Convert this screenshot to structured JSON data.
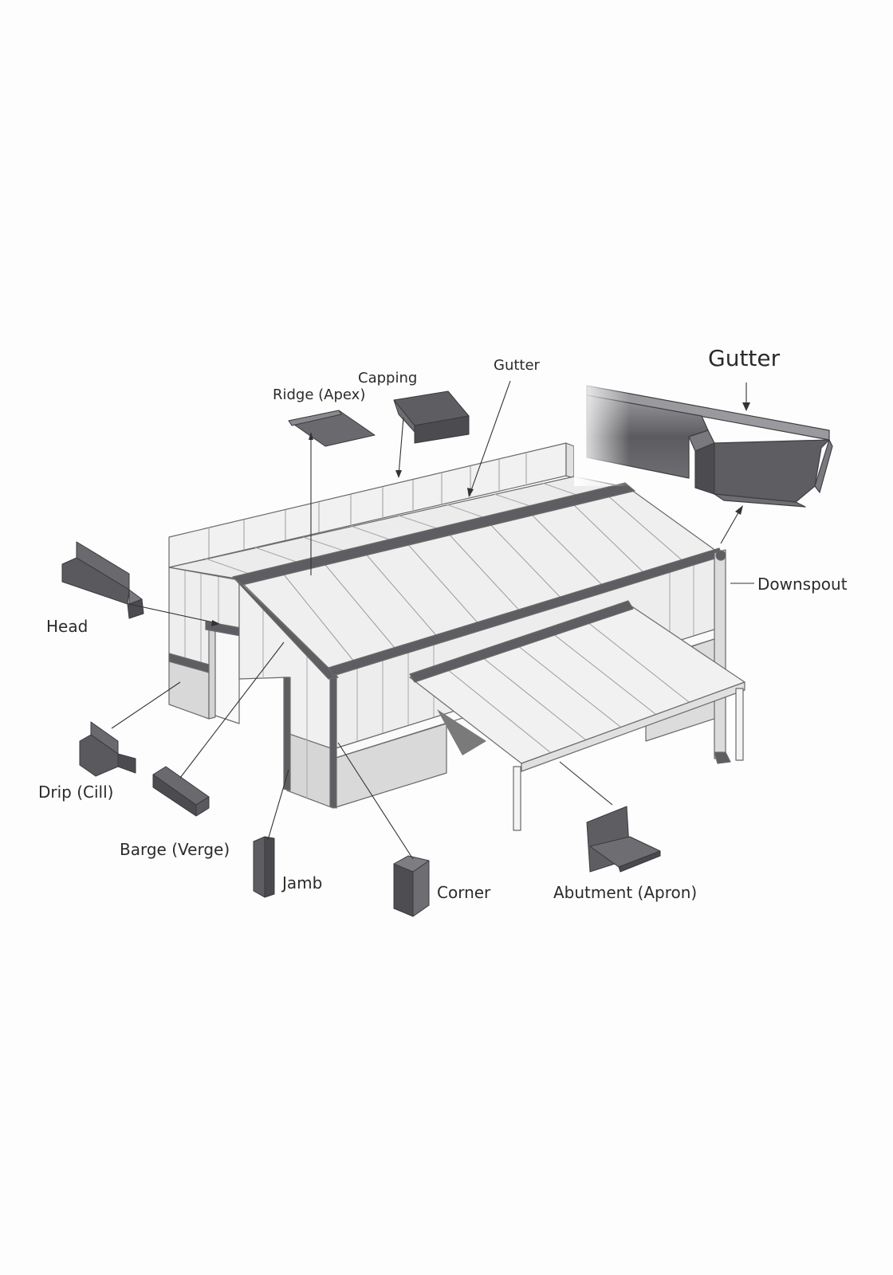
{
  "labels": {
    "ridge": "Ridge (Apex)",
    "capping": "Capping",
    "gutter_small": "Gutter",
    "gutter_large": "Gutter",
    "downspout": "Downspout",
    "head": "Head",
    "drip": "Drip (Cill)",
    "barge": "Barge (Verge)",
    "jamb": "Jamb",
    "corner": "Corner",
    "abutment": "Abutment (Apron)"
  },
  "colors": {
    "background": "#fdfdfd",
    "panel_light": "#f2f2f2",
    "panel_mid": "#e4e4e4",
    "panel_dark": "#cfcfcf",
    "flashing": "#5e5e62",
    "flashing_light": "#7a7a7e",
    "outline": "#6a6a6a",
    "leader": "#333333",
    "text": "#2b2b2b"
  }
}
